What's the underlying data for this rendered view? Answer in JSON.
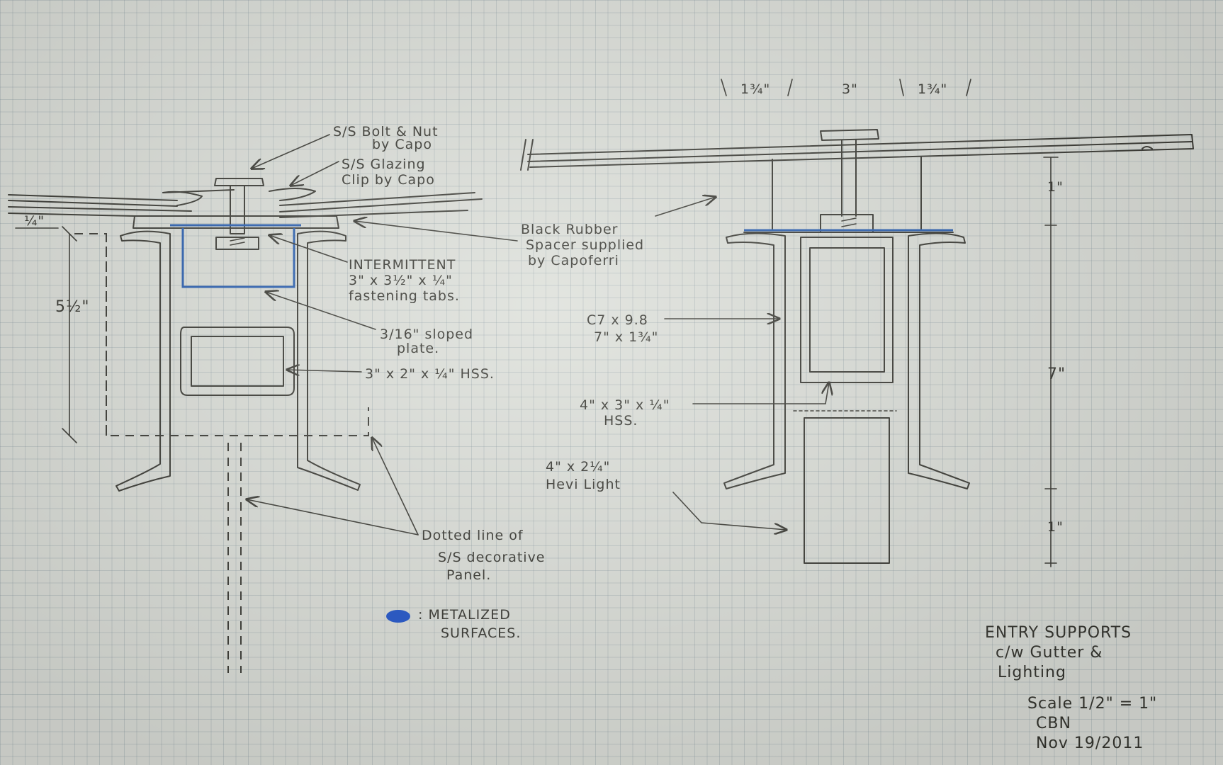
{
  "labels": {
    "bolt_nut": [
      "S/S Bolt & Nut",
      "by Capo"
    ],
    "glazing_clip": [
      "S/S Glazing",
      "Clip by Capo"
    ],
    "rubber_spacer": [
      "Black Rubber",
      "Spacer supplied",
      "by Capoferri"
    ],
    "fastening_tabs": [
      "INTERMITTENT",
      "3\" x 3½\" x ¼\"",
      "fastening tabs."
    ],
    "sloped_plate": [
      "3/16\" sloped",
      "plate."
    ],
    "hss_small": "3\" x 2\" x ¼\" HSS.",
    "channel": [
      "C7 x 9.8",
      "7\" x 1¾\""
    ],
    "hss_large": [
      "4\" x 3\" x ¼\"",
      "HSS."
    ],
    "light": [
      "4\" x 2¼\"",
      "Hevi Light"
    ],
    "dotted_line": [
      "Dotted line of",
      "S/S decorative",
      "Panel."
    ],
    "legend": [
      "METALIZED",
      "SURFACES."
    ],
    "title": [
      "ENTRY SUPPORTS",
      "c/w Gutter &",
      "Lighting"
    ],
    "scale": "Scale 1/2\" = 1\"",
    "initials": "CBN",
    "date": "Nov 19/2011"
  },
  "dimensions": {
    "quarter": "¼\"",
    "five_half": "5½\"",
    "top_left": "1¾\"",
    "top_mid": "3\"",
    "top_right": "1¾\"",
    "right_upper": "1\"",
    "right_mid": "7\"",
    "right_lower": "1\""
  },
  "colors": {
    "ink": "#3a3a34",
    "metalized": "#2a5fb0",
    "paper": "#dcdfd9"
  }
}
